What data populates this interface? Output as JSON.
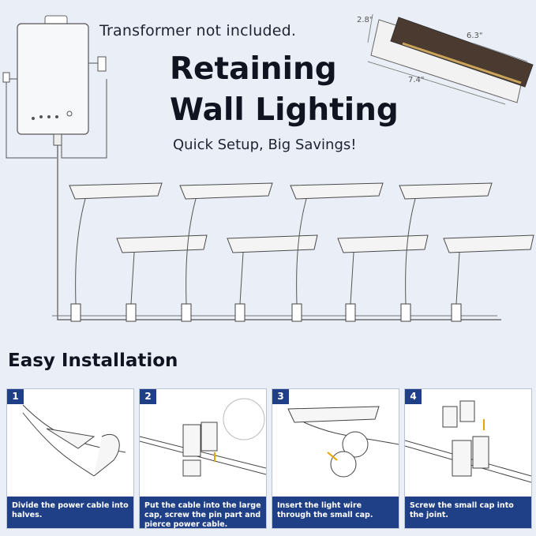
{
  "header": {
    "transformer_note": "Transformer not included.",
    "title_line1": "Retaining",
    "title_line2": "Wall Lighting",
    "subtitle": "Quick Setup, Big Savings!"
  },
  "dimensions": {
    "height": "2.8\"",
    "length_front": "6.3\"",
    "length_back": "7.4\""
  },
  "section_title": "Easy Installation",
  "steps": [
    {
      "number": "1",
      "caption": "Divide the power cable into halves."
    },
    {
      "number": "2",
      "caption": "Put the cable into the large cap, screw the pin part and pierce power cable."
    },
    {
      "number": "3",
      "caption": "Insert the light wire through the small cap."
    },
    {
      "number": "4",
      "caption": "Screw the small cap into the joint."
    }
  ],
  "colors": {
    "accent": "#1f3f86",
    "background": "#e9eef7",
    "fixture": "#4b3a30"
  }
}
